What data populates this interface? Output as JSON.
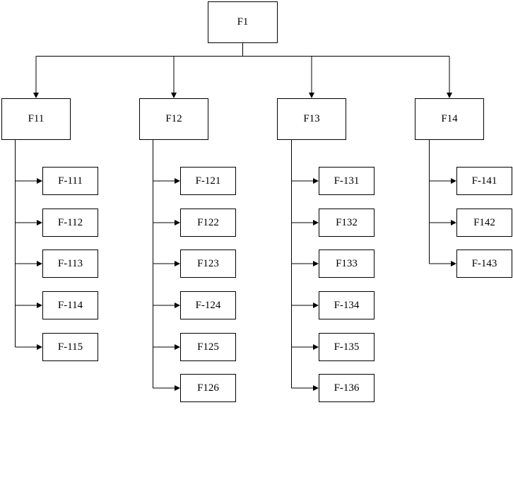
{
  "diagram": {
    "root": {
      "label": "F1"
    },
    "children": [
      {
        "label": "F11",
        "items": [
          "F-111",
          "F-112",
          "F-113",
          "F-114",
          "F-115"
        ]
      },
      {
        "label": "F12",
        "items": [
          "F-121",
          "F122",
          "F123",
          "F-124",
          "F125",
          "F126"
        ]
      },
      {
        "label": "F13",
        "items": [
          "F-131",
          "F132",
          "F133",
          "F-134",
          "F-135",
          "F-136"
        ]
      },
      {
        "label": "F14",
        "items": [
          "F-141",
          "F142",
          "F-143"
        ]
      }
    ]
  },
  "colors": {
    "stroke": "#000000",
    "fill": "#ffffff"
  }
}
